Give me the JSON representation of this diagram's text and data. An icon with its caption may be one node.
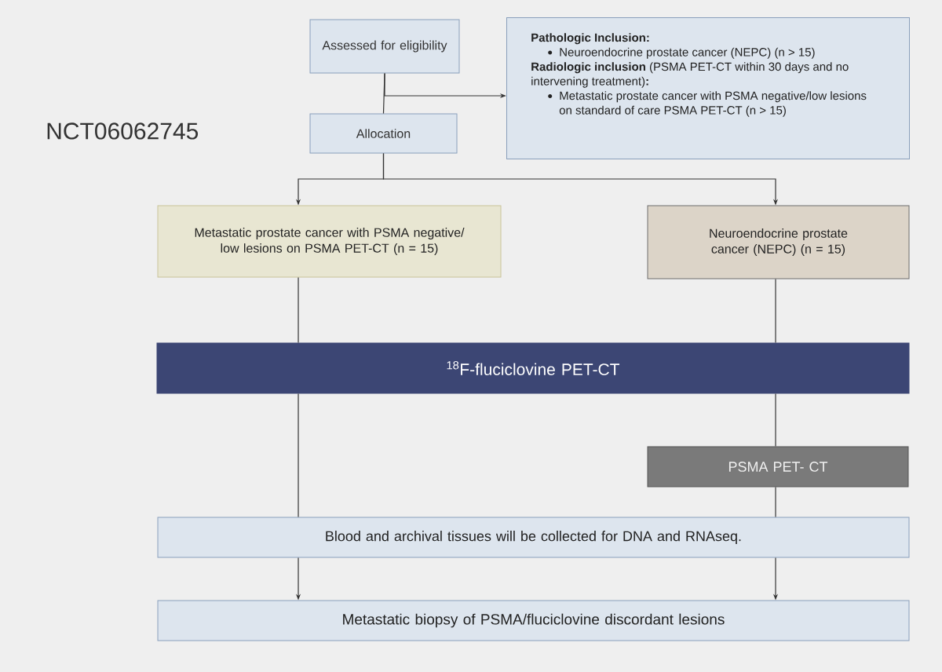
{
  "diagram": {
    "nodes": [
      {
        "text": [
          "Assessed for eligibility"
        ]
      },
      {
        "text": [
          "Pathologic Inclusion:",
          "Neuroendocrine prostate cancer (NEPC) (n > 15)",
          "**Radiologic inclusion** (PSMA PET-CT within 30 days and no intervening treatment)**:**",
          "Metastatic prostate cancer with PSMA negative/low lesions on standard of care PSMA PET-CT (n > 15)"
        ]
      },
      {
        "text": [
          "Allocation"
        ]
      },
      {
        "text": [
          "Metastatic prostate cancer with PSMA negative/ low lesions on PSMA PET-CT (n = 15)"
        ]
      },
      {
        "text": [
          "Neuroendocrine prostate cancer (NEPC) (n = 15)"
        ]
      },
      {
        "text": [
          "$^{18}$F-fluciclovine PET-CT"
        ]
      },
      {
        "text": [
          "PSMA PET- CT"
        ]
      },
      {
        "text": [
          "Blood and archival tissues will be collected for DNA and RNAseq."
        ]
      },
      {
        "text": [
          "Metastatic biopsy of PSMA/fluciclovine discordant lesions"
        ]
      }
    ],
    "edges": [
      {
        "from": 0,
        "to": 2,
        "arrow": "none"
      },
      {
        "from": 0,
        "to": 1,
        "arrow": "to"
      },
      {
        "from": 2,
        "to": 3,
        "arrow": "to"
      },
      {
        "from": 2,
        "to": 4,
        "arrow": "to"
      },
      {
        "from": 3,
        "to": 5,
        "arrow": "none"
      },
      {
        "from": 4,
        "to": 5,
        "arrow": "none"
      },
      {
        "from": 5,
        "to": 7,
        "arrow": "none"
      },
      {
        "from": 5,
        "to": 6,
        "arrow": "none"
      },
      {
        "from": 6,
        "to": 7,
        "arrow": "none"
      },
      {
        "from": 7,
        "to": 8,
        "arrow": "to"
      },
      {
        "from": 7,
        "to": 8,
        "arrow": "to"
      }
    ],
    "labels": [
      "NCT06062745"
    ]
  }
}
